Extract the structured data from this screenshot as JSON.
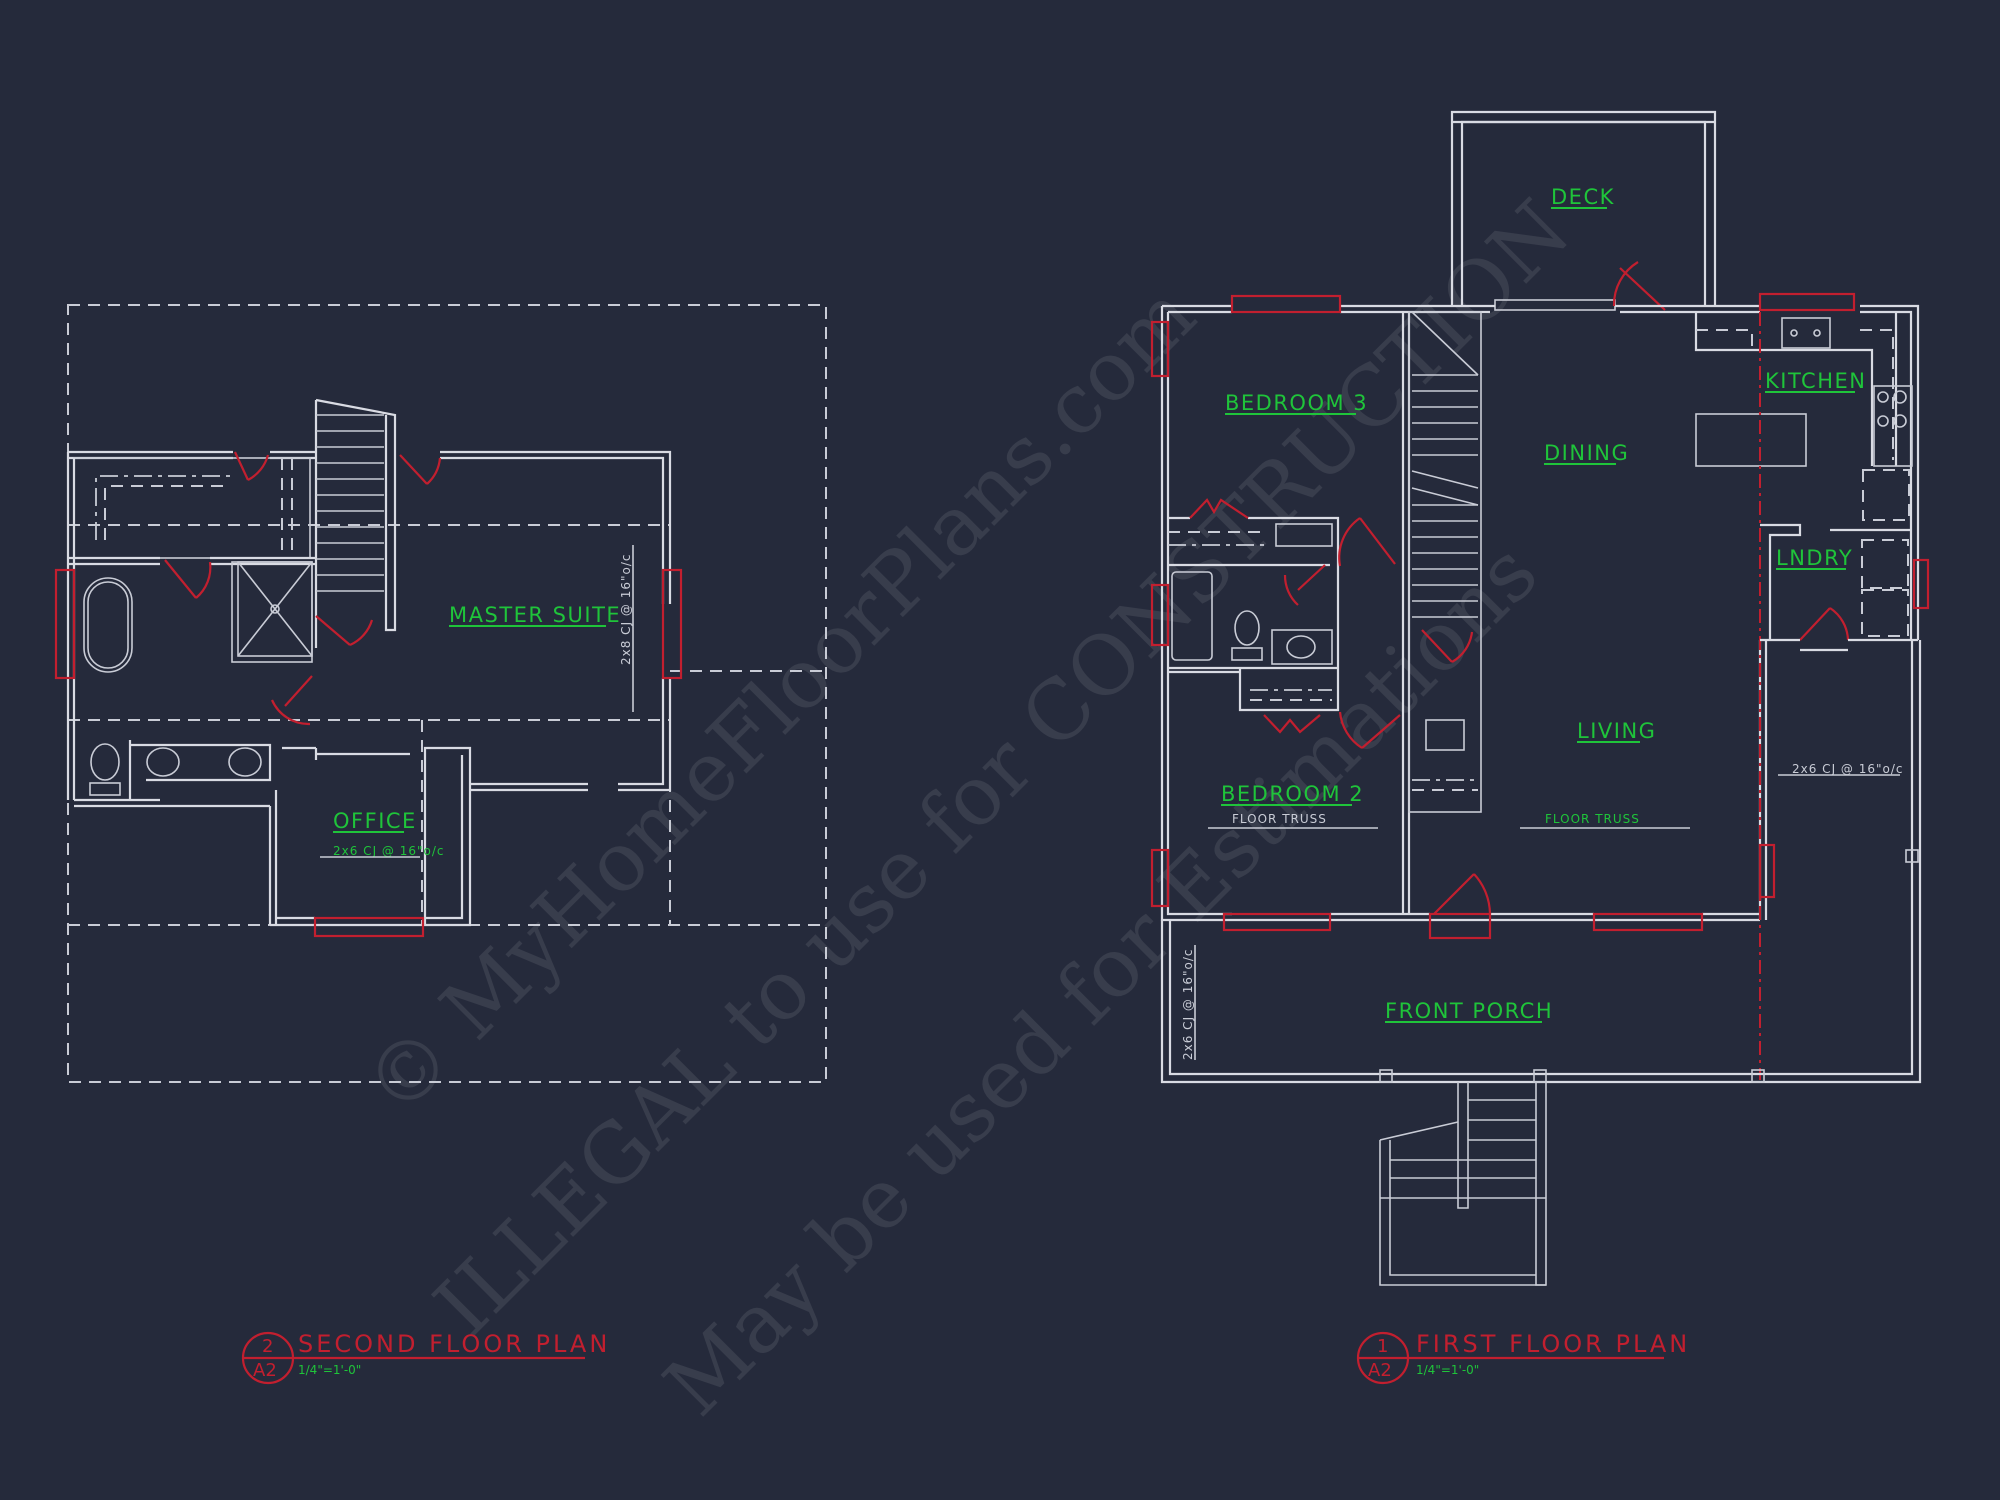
{
  "sheet": {
    "background": "#252a3b",
    "line_color": "#d9dbe3",
    "window_door_color": "#c21f2f",
    "label_color": "#1fc43a"
  },
  "watermark": {
    "line1": "© MyHomeFloorPlans.com",
    "line2": "ILLEGAL to use for CONSTRUCTION",
    "line3": "May be used for Estimations"
  },
  "second_floor": {
    "title": "SECOND FLOOR PLAN",
    "detail_number": "2",
    "sheet_number": "A2",
    "scale": "1/4\"=1'-0\"",
    "rooms": {
      "master_suite": "MASTER SUITE",
      "office": "OFFICE"
    },
    "notes": {
      "master_joist": "2x8 CJ @ 16\"o/c",
      "office_joist": "2x6 CJ @ 16\"o/c"
    }
  },
  "first_floor": {
    "title": "FIRST FLOOR PLAN",
    "detail_number": "1",
    "sheet_number": "A2",
    "scale": "1/4\"=1'-0\"",
    "rooms": {
      "deck": "DECK",
      "bedroom_3": "BEDROOM 3",
      "dining": "DINING",
      "kitchen": "KITCHEN",
      "laundry": "LNDRY",
      "living": "LIVING",
      "bedroom_2": "BEDROOM 2",
      "front_porch": "FRONT PORCH"
    },
    "notes": {
      "bedroom2_truss": "FLOOR TRUSS",
      "living_truss": "FLOOR TRUSS",
      "garage_joist": "2x6 CJ @ 16\"o/c",
      "porch_joist": "2x6 CJ @ 16\"o/c"
    }
  }
}
